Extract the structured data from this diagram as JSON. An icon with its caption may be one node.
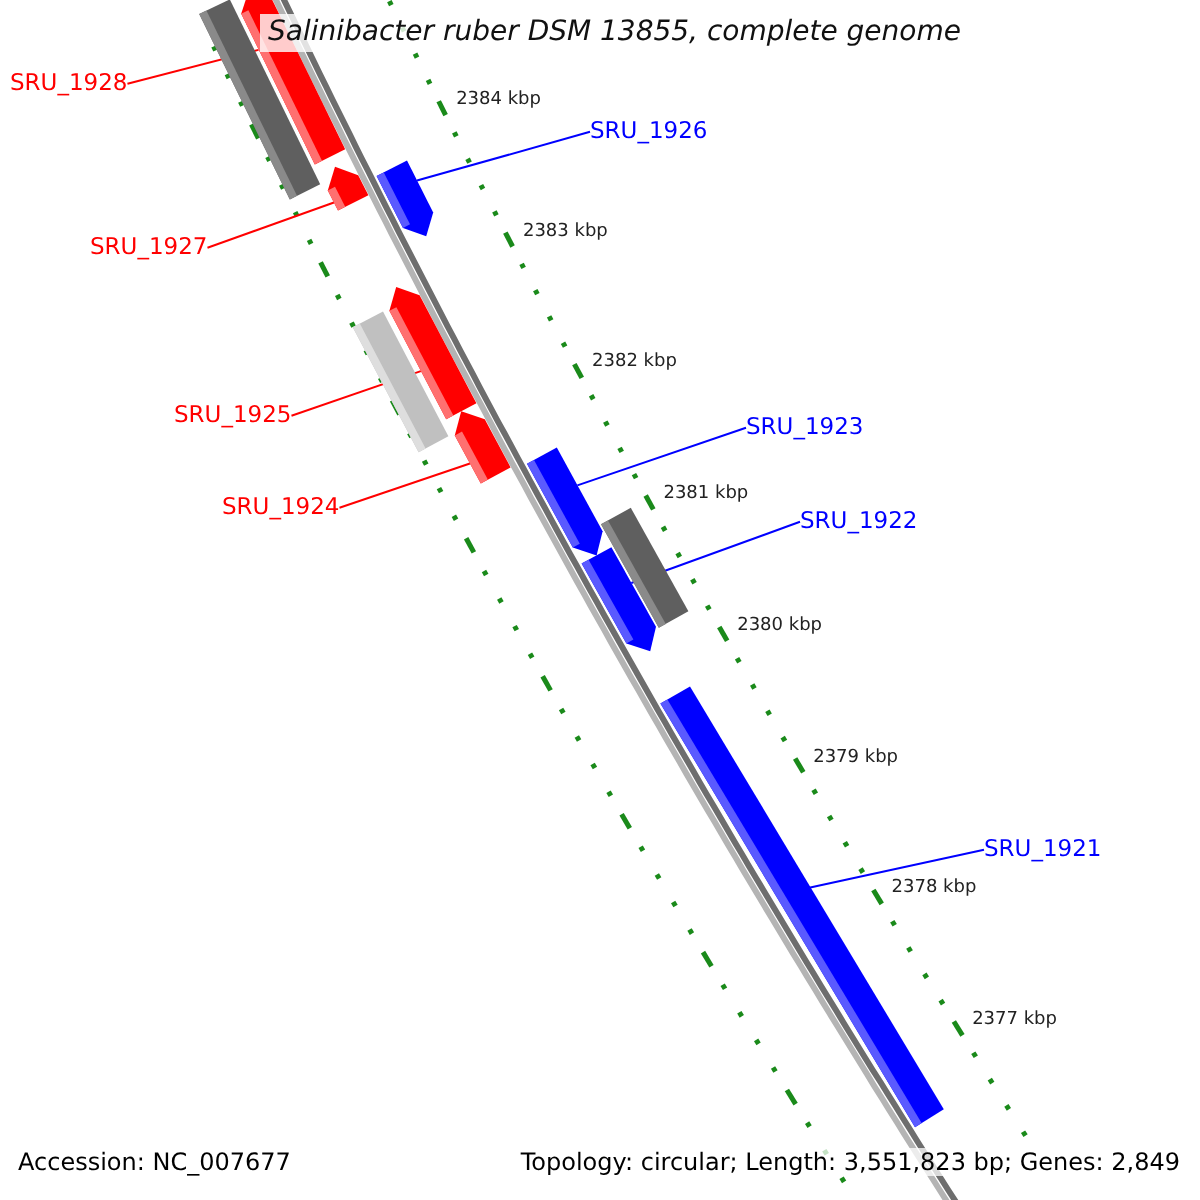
{
  "diagram": {
    "title": "Salinibacter ruber DSM 13855, complete genome",
    "nodes": [
      {
        "text": [
          "SRU_1928"
        ]
      },
      {
        "text": [
          "SRU_1927"
        ]
      },
      {
        "text": [
          "SRU_1926"
        ]
      },
      {
        "text": [
          "SRU_1925"
        ]
      },
      {
        "text": [
          "SRU_1924"
        ]
      },
      {
        "text": [
          "SRU_1923"
        ]
      },
      {
        "text": [
          "SRU_1922"
        ]
      },
      {
        "text": [
          "SRU_1921"
        ]
      },
      {
        "text": [],
        "shape": "bar"
      },
      {
        "text": [],
        "shape": "bar"
      },
      {
        "text": [],
        "shape": "bar"
      },
      {
        "text": [],
        "shape": "bar"
      },
      {
        "text": [],
        "shape": "bar"
      },
      {
        "text": [],
        "shape": "bar"
      },
      {
        "text": [],
        "shape": "bar"
      },
      {
        "text": [],
        "shape": "bar"
      },
      {
        "text": [],
        "shape": "bar"
      },
      {
        "text": [],
        "shape": "bar"
      },
      {
        "text": [],
        "shape": "bar"
      }
    ],
    "edges": [
      {
        "from": 0,
        "to": 9,
        "arrow": "none",
        "color": "#ff0000"
      },
      {
        "from": 1,
        "to": 10,
        "arrow": "none",
        "color": "#ff0000"
      },
      {
        "from": 2,
        "to": 11,
        "arrow": "none",
        "color": "#0000ff"
      },
      {
        "from": 3,
        "to": 12,
        "arrow": "none",
        "color": "#ff0000"
      },
      {
        "from": 4,
        "to": 14,
        "arrow": "none",
        "color": "#ff0000"
      },
      {
        "from": 5,
        "to": 15,
        "arrow": "none",
        "color": "#0000ff"
      },
      {
        "from": 6,
        "to": 17,
        "arrow": "none",
        "color": "#0000ff"
      },
      {
        "from": 7,
        "to": 18,
        "arrow": "none",
        "color": "#0000ff"
      }
    ],
    "labels": [
      "2384 kbp",
      "2383 kbp",
      "2382 kbp",
      "2381 kbp",
      "2380 kbp",
      "2379 kbp",
      "2378 kbp",
      "2377 kbp",
      "Accession: NC_007677",
      "Topology: circular; Length: 3,551,823 bp; Genes: 2,849"
    ]
  }
}
